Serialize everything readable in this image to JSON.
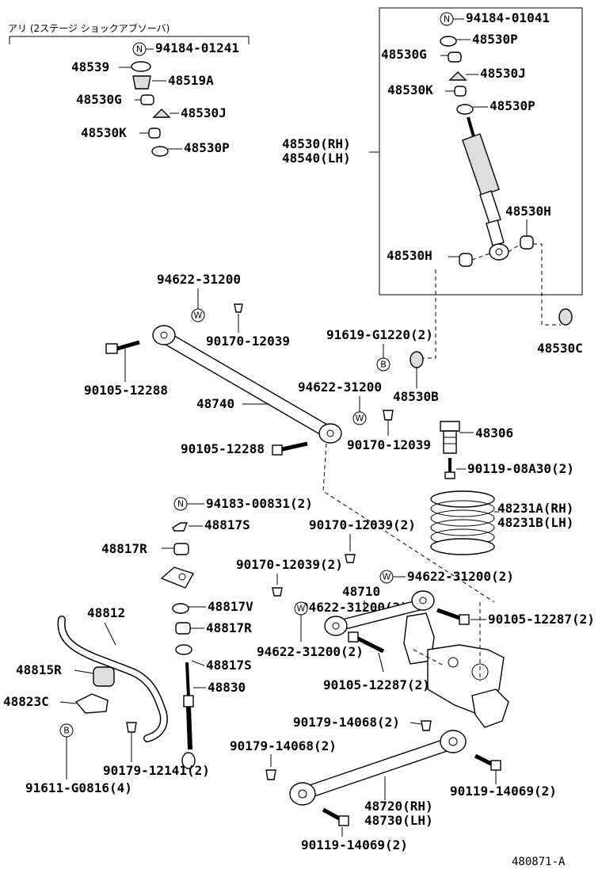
{
  "option_header": "アリ (2ステージ ショックアブソーバ)",
  "figure_id": "480871-A",
  "symbols": {
    "n": "N",
    "w": "W",
    "b": "B"
  },
  "labels": {
    "p94184_01241": "94184-01241",
    "p48539": "48539",
    "p48519A": "48519A",
    "p48530G_left": "48530G",
    "p48530J_left": "48530J",
    "p48530K_left": "48530K",
    "p48530P_left": "48530P",
    "p94184_01041": "94184-01041",
    "p48530P_top": "48530P",
    "p48530G_right": "48530G",
    "p48530J_right": "48530J",
    "p48530K_right": "48530K",
    "p48530P_right": "48530P",
    "p48530_rh": "48530(RH)",
    "p48540_lh": "48540(LH)",
    "p48530H_right": "48530H",
    "p48530H_left": "48530H",
    "p48530C": "48530C",
    "p94622_31200_a": "94622-31200",
    "p90170_12039_a": "90170-12039",
    "p91619_G1220": "91619-G1220(2)",
    "p90105_12288_a": "90105-12288",
    "p48530B": "48530B",
    "p94622_31200_b": "94622-31200",
    "p48740": "48740",
    "p90170_12039_b": "90170-12039",
    "p48306": "48306",
    "p90105_12288_b": "90105-12288",
    "p90119_08A30": "90119-08A30(2)",
    "p94183_00831": "94183-00831(2)",
    "p48231A": "48231A(RH)",
    "p48231B": "48231B(LH)",
    "p48817S_top": "48817S",
    "p90170_12039_c": "90170-12039(2)",
    "p48817R_a": "48817R",
    "p90170_12039_d": "90170-12039(2)",
    "p94622_31200_c": "94622-31200(2)",
    "p48710": "48710",
    "p48812": "48812",
    "p48817V": "48817V",
    "p90105_12287_a": "90105-12287(2)",
    "p48817R_b": "48817R",
    "p94622_31200_d": "94622-31200(2)",
    "p48815R": "48815R",
    "p48817S_b": "48817S",
    "p90105_12287_b": "90105-12287(2)",
    "p48830": "48830",
    "p48823C": "48823C",
    "p90179_14068_a": "90179-14068(2)",
    "p90179_14068_b": "90179-14068(2)",
    "p90179_12141": "90179-12141(2)",
    "p90119_14069_a": "90119-14069(2)",
    "p91611_G0816": "91611-G0816(4)",
    "p48720": "48720(RH)",
    "p48730": "48730(LH)",
    "p90119_14069_b": "90119-14069(2)"
  }
}
